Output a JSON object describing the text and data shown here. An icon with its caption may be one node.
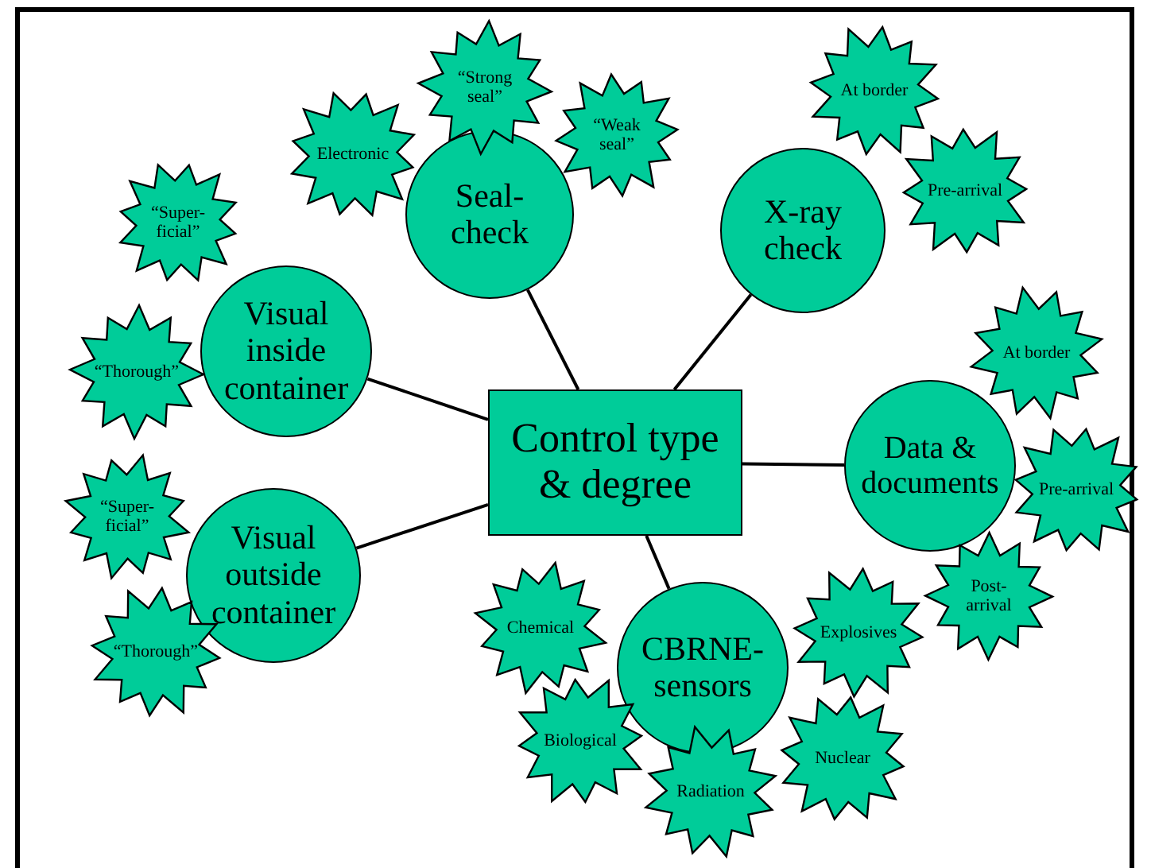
{
  "diagram": {
    "nodes": [
      {
        "text": [
          "Control type & degree"
        ]
      },
      {
        "text": [
          "Seal- check"
        ]
      },
      {
        "text": [
          "Electronic"
        ]
      },
      {
        "text": [
          "“Strong seal”"
        ]
      },
      {
        "text": [
          "“Weak seal”"
        ]
      },
      {
        "text": [
          "X-ray check"
        ]
      },
      {
        "text": [
          "At border"
        ]
      },
      {
        "text": [
          "Pre-arrival"
        ]
      },
      {
        "text": [
          "Visual inside container"
        ]
      },
      {
        "text": [
          "“Super- ficial”"
        ]
      },
      {
        "text": [
          "“Thorough”"
        ]
      },
      {
        "text": [
          "Visual outside container"
        ]
      },
      {
        "text": [
          "“Super- ficial”"
        ]
      },
      {
        "text": [
          "“Thorough”"
        ]
      },
      {
        "text": [
          "Data & documents"
        ]
      },
      {
        "text": [
          "At border"
        ]
      },
      {
        "text": [
          "Pre-arrival"
        ]
      },
      {
        "text": [
          "Post- arrival"
        ]
      },
      {
        "text": [
          "CBRNE- sensors"
        ]
      },
      {
        "text": [
          "Chemical"
        ]
      },
      {
        "text": [
          "Explosives"
        ]
      },
      {
        "text": [
          "Biological"
        ]
      },
      {
        "text": [
          "Radiation"
        ]
      },
      {
        "text": [
          "Nuclear"
        ]
      }
    ],
    "edges": [
      {
        "from": 0,
        "to": 1,
        "arrow": "none"
      },
      {
        "from": 0,
        "to": 5,
        "arrow": "none"
      },
      {
        "from": 0,
        "to": 8,
        "arrow": "none"
      },
      {
        "from": 0,
        "to": 11,
        "arrow": "none"
      },
      {
        "from": 0,
        "to": 14,
        "arrow": "none"
      },
      {
        "from": 0,
        "to": 18,
        "arrow": "none"
      }
    ]
  }
}
